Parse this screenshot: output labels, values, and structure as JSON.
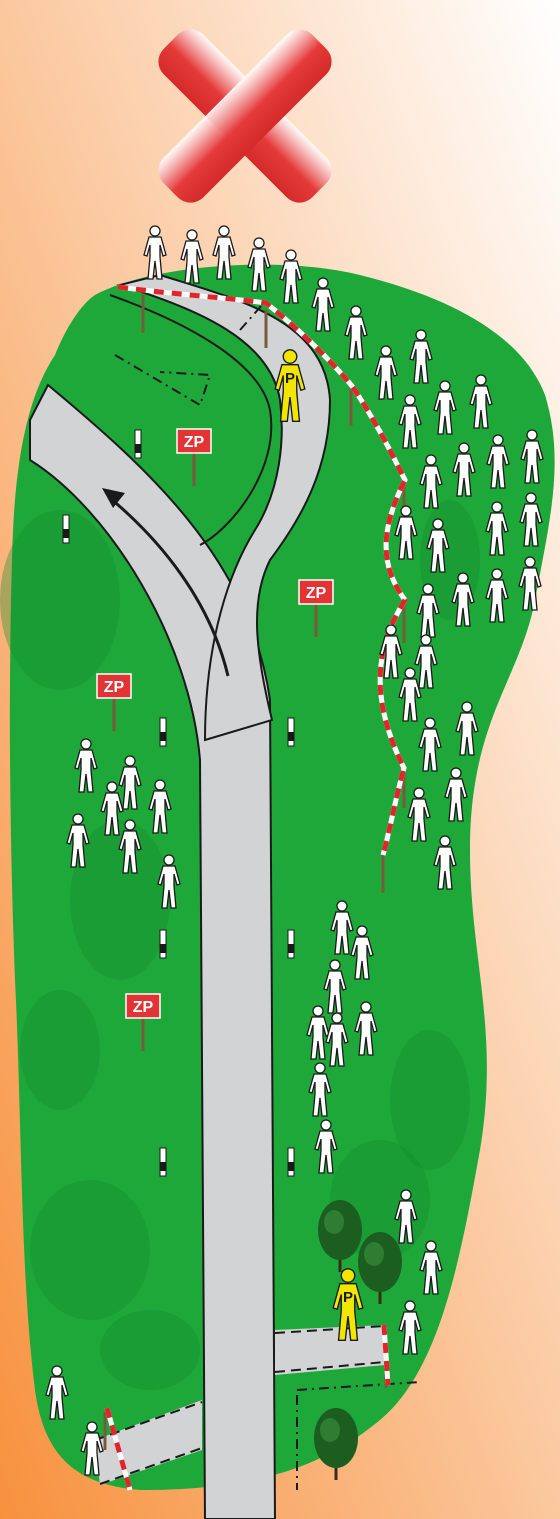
{
  "colors": {
    "bg_top": "#ffffff",
    "bg_bottom": "#f7913d",
    "grass": "#1fa83a",
    "grass_dark": "#118a2c",
    "road": "#d2d3d5",
    "road_edge": "#1a1a1a",
    "tape_red": "#e0262b",
    "tape_white": "#ffffff",
    "sign_red": "#e23434",
    "person_spectator": "#ffffff",
    "person_post": "#f2e600",
    "cross": "#e53a3a",
    "tree": "#1b5e20"
  },
  "marker": {
    "icon": "red-x-cross-icon",
    "meaning": "wrong"
  },
  "signs": [
    {
      "text": "ZP",
      "icon": "zp-sign-icon"
    },
    {
      "text": "ZP",
      "icon": "zp-sign-icon"
    },
    {
      "text": "ZP",
      "icon": "zp-sign-icon"
    },
    {
      "text": "ZP",
      "icon": "zp-sign-icon"
    }
  ],
  "posts": [
    {
      "text": "P",
      "icon": "marshal-post-icon"
    },
    {
      "text": "P",
      "icon": "marshal-post-icon"
    }
  ],
  "spectator_icon": "spectator-figure-icon",
  "tree_icon": "tree-icon",
  "road_icon": "road-icon",
  "tape_icon": "barrier-tape-icon",
  "direction_icon": "direction-arrow-icon"
}
